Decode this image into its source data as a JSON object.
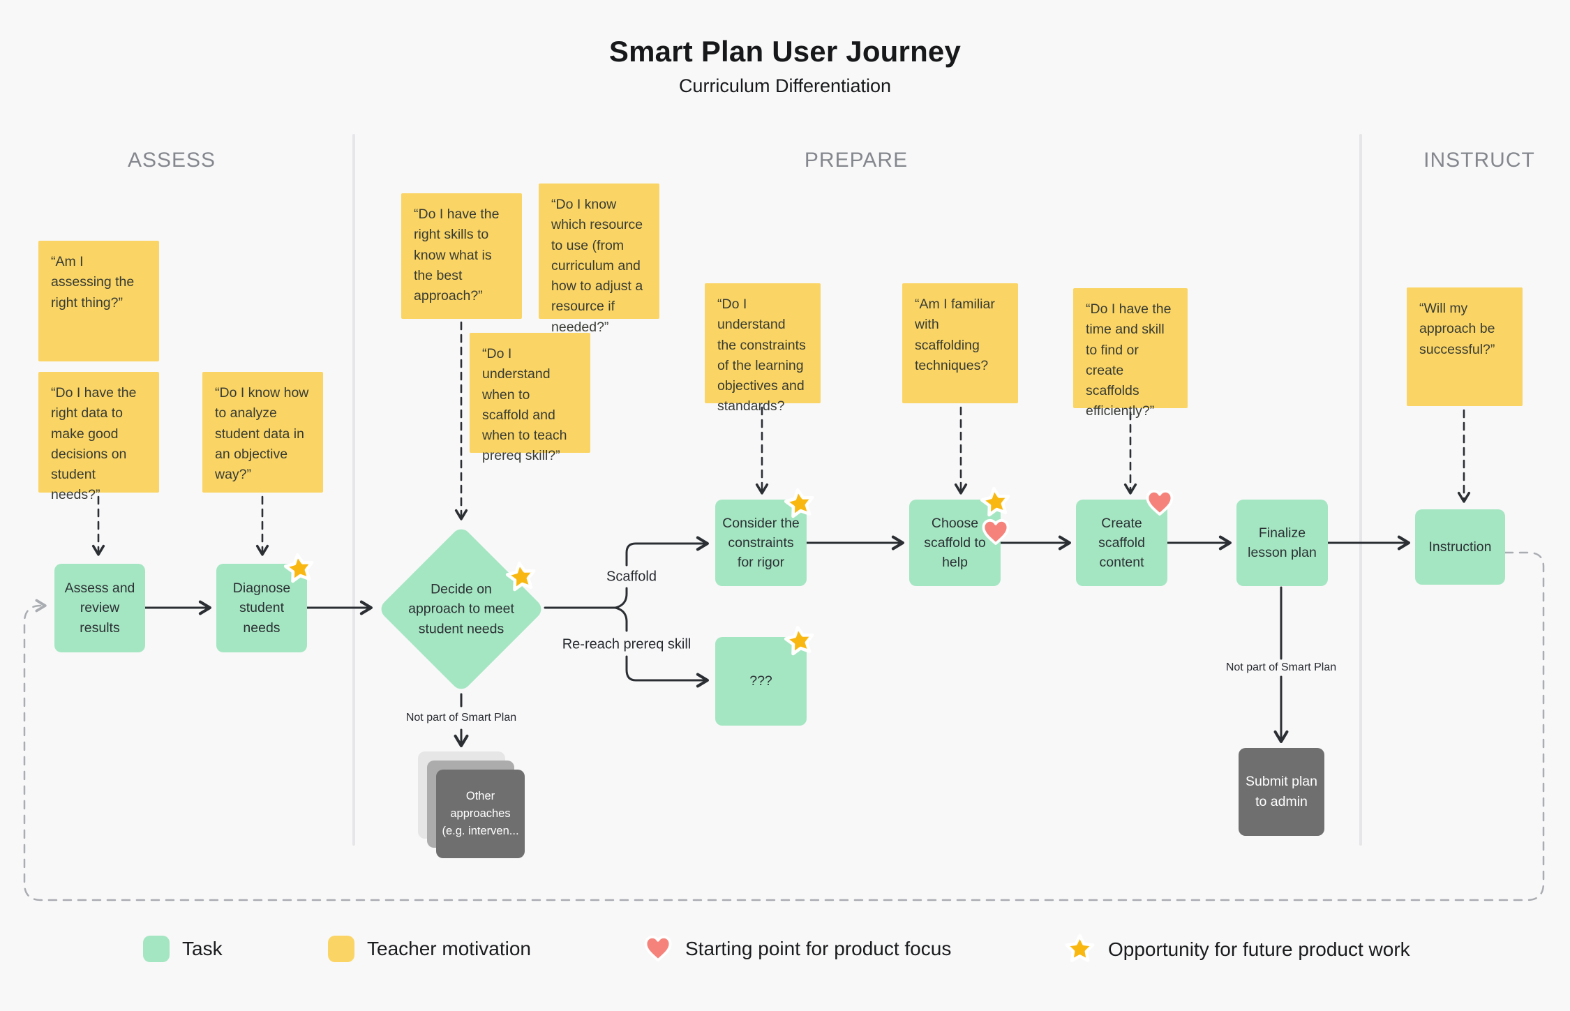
{
  "title": "Smart Plan User Journey",
  "subtitle": "Curriculum Differentiation",
  "sections": {
    "assess": "ASSESS",
    "prepare": "PREPARE",
    "instruct": "INSTRUCT"
  },
  "notes": {
    "assessing_right": "“Am I assessing the right thing?”",
    "right_data": "“Do I have the right data to make good decisions on student needs?”",
    "analyze_objective": "“Do I know how to analyze student data in an objective way?”",
    "right_skills": "“Do I have the right skills to know what is the best approach?”",
    "which_resource": "“Do I know which resource to use (from curriculum and how to adjust a resource if needed?”",
    "when_scaffold": "“Do I understand when to scaffold and when to teach prereq skill?”",
    "constraints": "“Do I  understand the constraints of the learning objectives and standards?",
    "familiar_scaffolding": "“Am I familiar with scaffolding techniques?",
    "time_skill": "“Do I have the time and skill to find or create scaffolds efficiently?”",
    "approach_successful": "“Will my approach be successful?”"
  },
  "tasks": {
    "assess_review": "Assess and review results",
    "diagnose": "Diagnose student needs",
    "decide": "Decide on approach to meet student needs",
    "consider": "Consider the constraints for rigor",
    "choose": "Choose scaffold to help",
    "create": "Create scaffold content",
    "finalize": "Finalize lesson plan",
    "unknown": "???",
    "instruction": "Instruction",
    "other_approaches": "Other approaches (e.g. interven...",
    "submit": "Submit plan to admin"
  },
  "edge_labels": {
    "scaffold": "Scaffold",
    "re_reach": "Re-reach prereq skill",
    "not_part_diamond": "Not part of Smart Plan",
    "not_part_finalize": "Not part of Smart Plan"
  },
  "legend": {
    "task": "Task",
    "teacher_motivation": "Teacher motivation",
    "starting_point": "Starting point for product focus",
    "opportunity": "Opportunity for future product work"
  },
  "colors": {
    "background": "#f8f8f9",
    "task_green": "#a5e6c2",
    "motivation_yellow": "#fad566",
    "star_yellow": "#f9b811",
    "heart_red": "#f5837b",
    "gray_box": "#6f6f6f",
    "connector_black": "#2b2f33",
    "feedback_gray": "#a9acb1"
  }
}
